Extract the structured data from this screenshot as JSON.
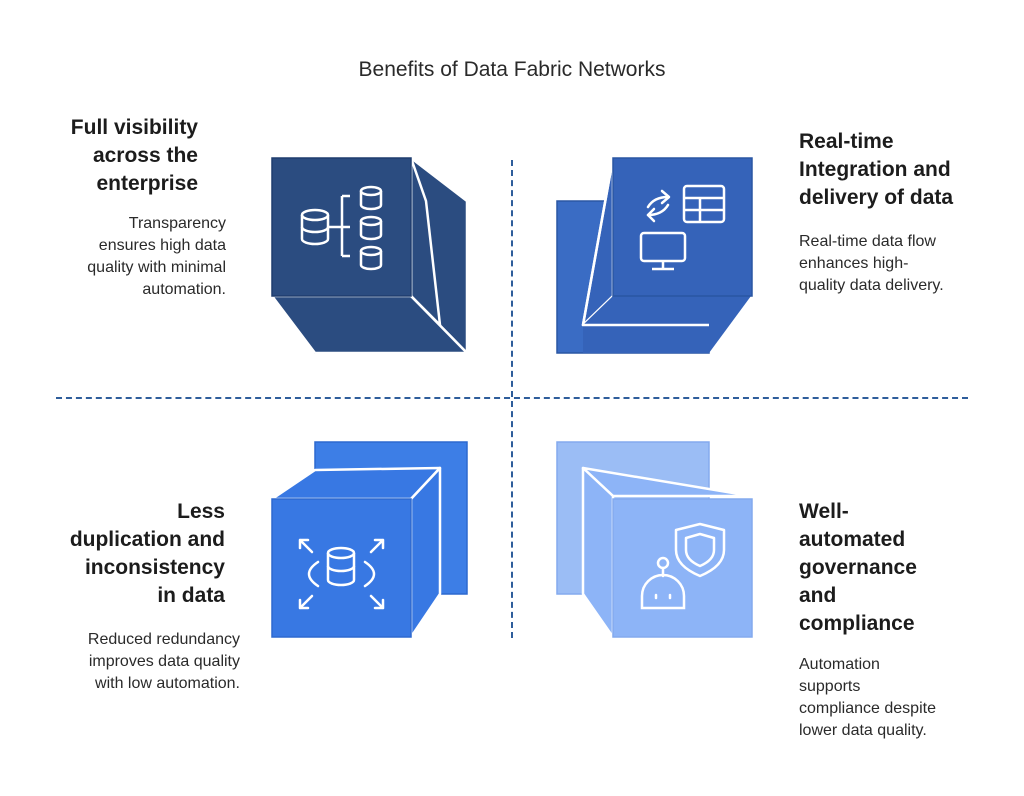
{
  "title": "Benefits of Data Fabric Networks",
  "quadrants": {
    "top_left": {
      "heading_lines": [
        "Full visibility",
        "across the",
        "enterprise"
      ],
      "description_lines": [
        "Transparency",
        "ensures high data",
        "quality with minimal",
        "automation."
      ],
      "icons": [
        "database-icon",
        "database-tree-icon"
      ],
      "colors": {
        "front": "#2b4c80",
        "back": "#2d5189"
      }
    },
    "top_right": {
      "heading_lines": [
        "Real-time",
        "Integration and",
        "delivery of data"
      ],
      "description_lines": [
        "Real-time data flow",
        "enhances high-",
        "quality data delivery."
      ],
      "icons": [
        "sync-arrows-icon",
        "table-icon",
        "monitor-icon"
      ],
      "colors": {
        "front": "#3563b9",
        "back": "#3a6cc4"
      }
    },
    "bottom_left": {
      "heading_lines": [
        "Less",
        "duplication and",
        "inconsistency",
        "in data"
      ],
      "description_lines": [
        "Reduced redundancy",
        "improves data quality",
        "with low automation."
      ],
      "icons": [
        "expand-arrows-icon",
        "database-icon"
      ],
      "colors": {
        "front": "#3878e3",
        "back": "#3d7ee6"
      }
    },
    "bottom_right": {
      "heading_lines": [
        "Well-",
        "automated",
        "governance",
        "and",
        "compliance"
      ],
      "description_lines": [
        "Automation",
        "supports",
        "compliance despite",
        "lower data quality."
      ],
      "icons": [
        "shield-icon",
        "robot-icon"
      ],
      "colors": {
        "front": "#8db4f7",
        "back": "#9bbdf5"
      }
    }
  }
}
